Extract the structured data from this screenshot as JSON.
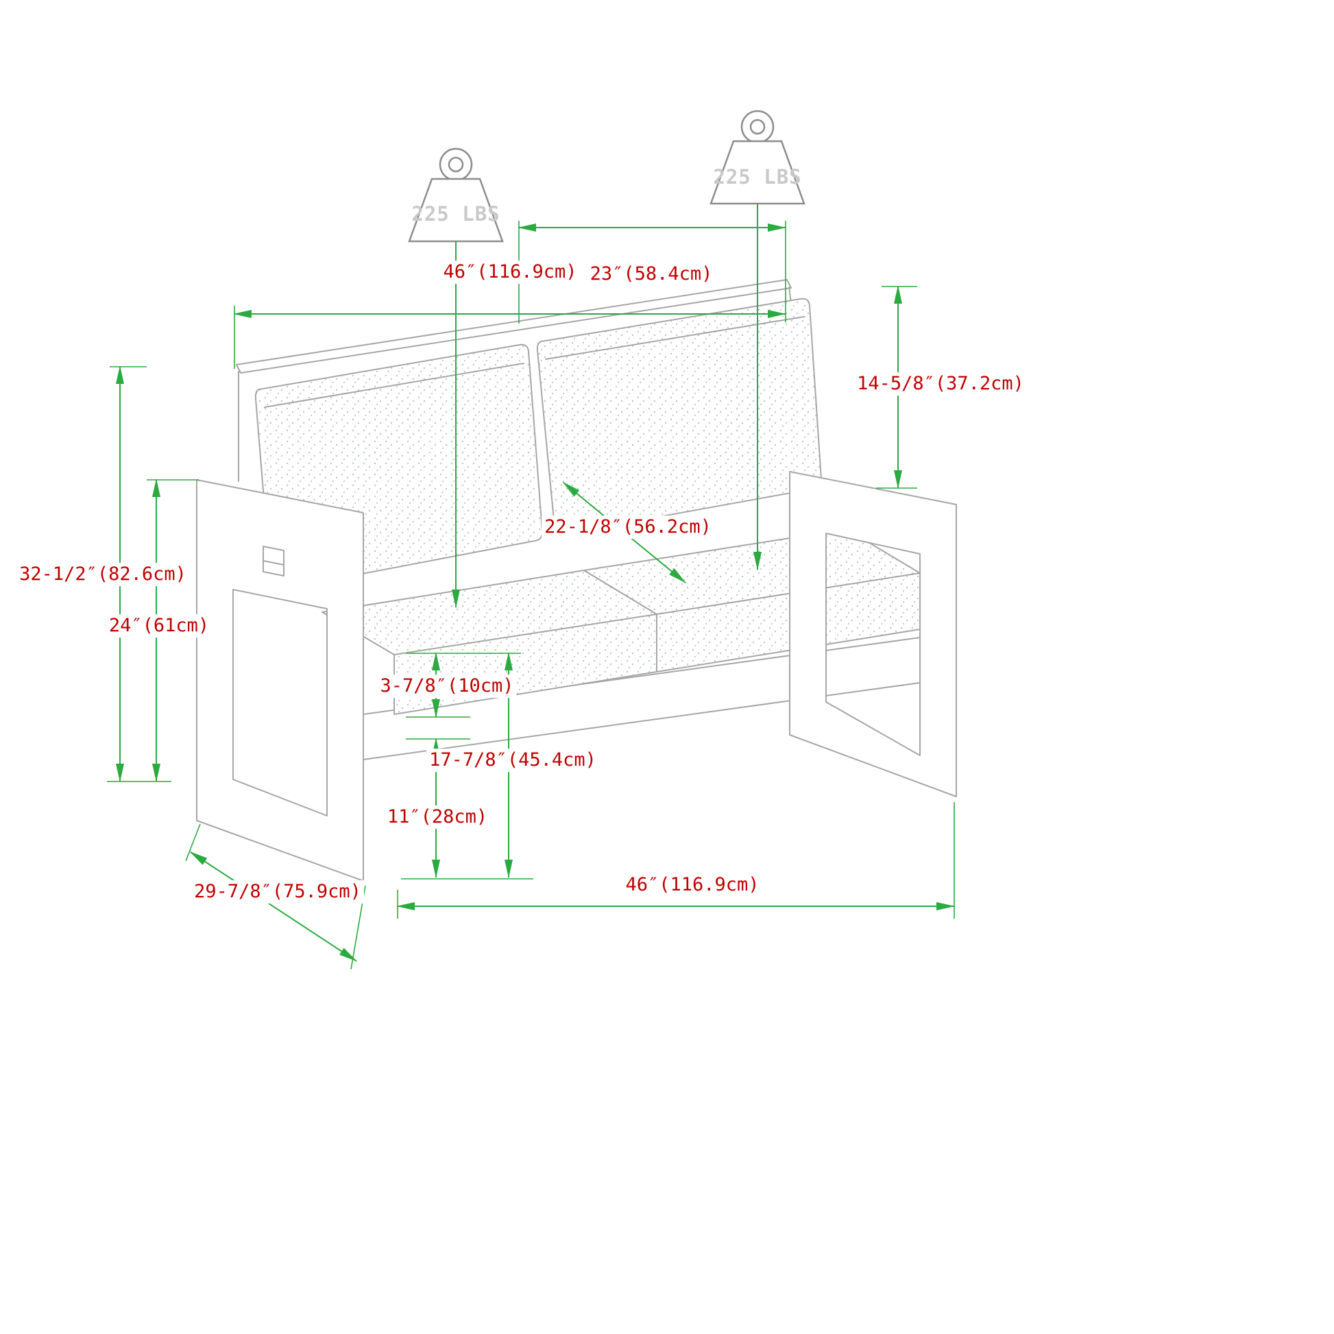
{
  "diagram": {
    "colors": {
      "dimension": "#2aaa3f",
      "label": "#c00000",
      "drawing": "#a6a6a6",
      "weight": "#8c8c8c",
      "weight_text": "#c9c9c9",
      "stipple": "#bcc8bf"
    },
    "weights": {
      "left": "225 LBS",
      "right": "225 LBS"
    },
    "dimensions": {
      "overall_width_top": "46″(116.9cm)",
      "seat_width": "23″(58.4cm)",
      "back_cushion_height": "14-5/8″(37.2cm)",
      "overall_height": "32-1/2″(82.6cm)",
      "arm_height": "24″(61cm)",
      "seat_depth": "22-1/8″(56.2cm)",
      "cushion_thickness": "3-7/8″(10cm)",
      "seat_height": "17-7/8″(45.4cm)",
      "clearance_height": "11″(28cm)",
      "overall_width_bottom": "46″(116.9cm)",
      "overall_depth": "29-7/8″(75.9cm)"
    }
  }
}
